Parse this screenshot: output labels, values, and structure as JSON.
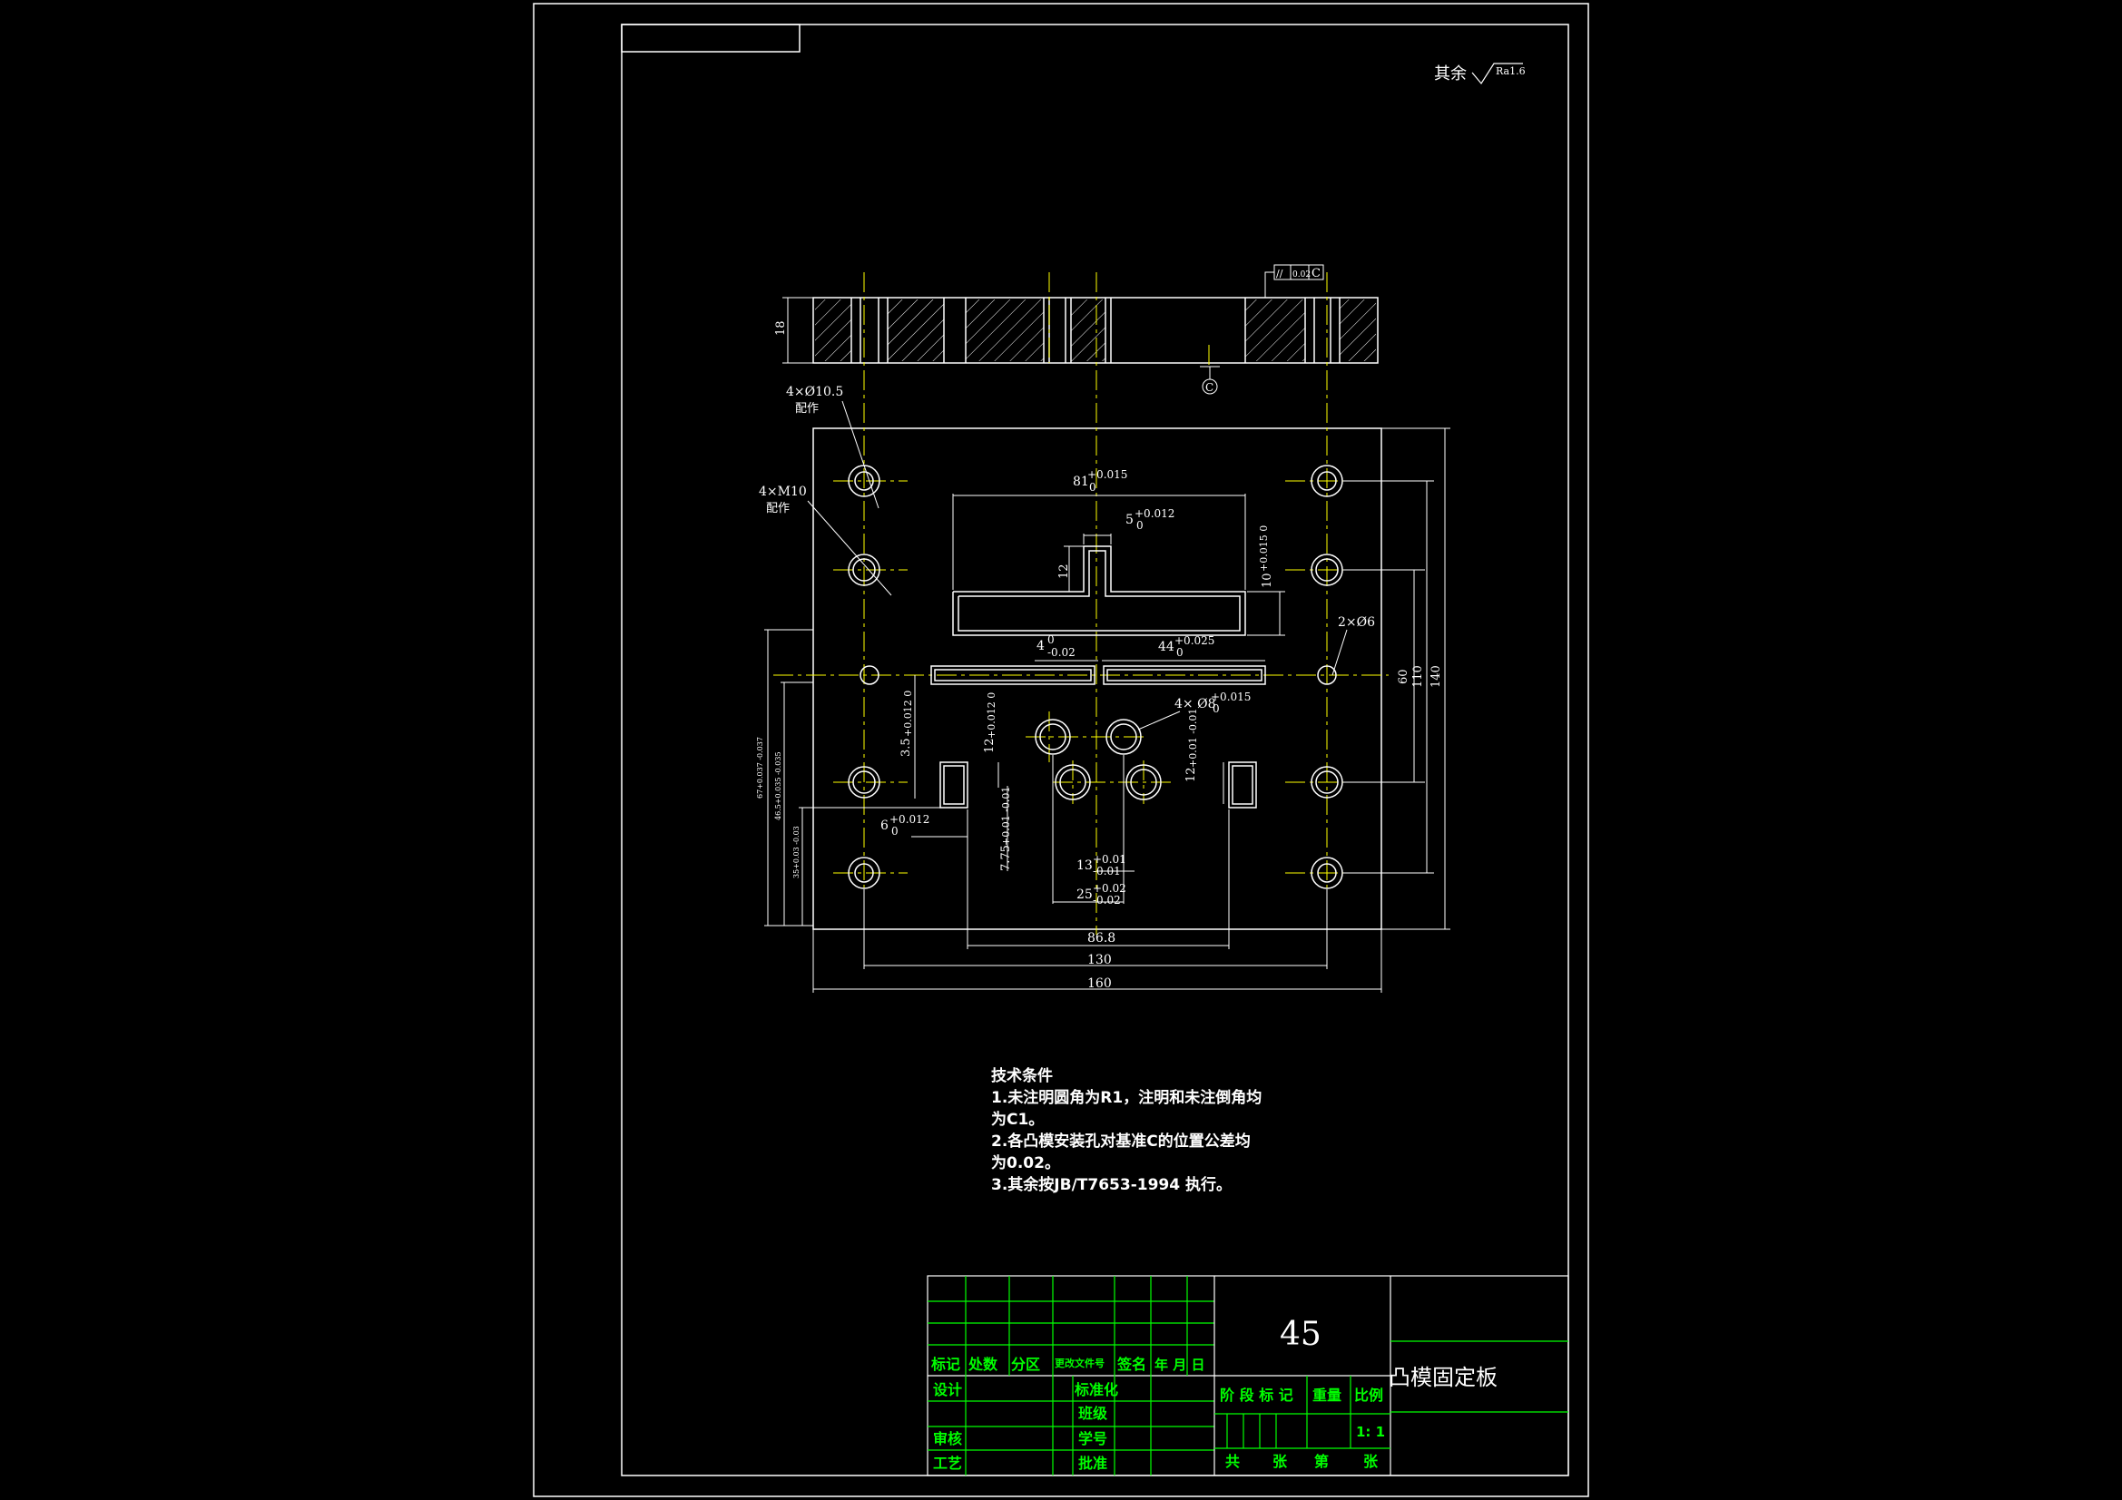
{
  "roughness_note": {
    "prefix": "其余",
    "value": "Ra1.6"
  },
  "datum": {
    "symbol": "C",
    "tolerance_value": "0.02",
    "parallel_symbol": "//"
  },
  "section_dims": {
    "thickness": "18"
  },
  "dims": {
    "holes_10_5": "4×Ø10.5",
    "holes_10_5_note": "配作",
    "holes_m10": "4×M10",
    "holes_m10_note": "配作",
    "d81": "81",
    "d81_tol_up": "+0.015",
    "d81_tol_lo": "0",
    "d5": "5",
    "d5_tol_up": "+0.012",
    "d5_tol_lo": "0",
    "d12a": "12",
    "d10": "10",
    "d10_tol": "+0.015 0",
    "pins_6": "2×Ø6",
    "d4": "4",
    "d4_tol_up": "0",
    "d4_tol_lo": "-0.02",
    "d44": "44",
    "d44_tol_up": "+0.025",
    "d44_tol_lo": "0",
    "holes_8": "4× Ø8",
    "holes_8_tol_up": "+0.015",
    "holes_8_tol_lo": "0",
    "d3_5": "3.5",
    "d3_5_tol": "+0.012 0",
    "d12b": "12",
    "d12b_tol": "+0.012 0",
    "d12c": "12",
    "d12c_tol": "+0.01 -0.01",
    "d6": "6",
    "d6_tol_up": "+0.012",
    "d6_tol_lo": "0",
    "d7_75": "7.75",
    "d7_75_tol": "+0.01 -0.01",
    "d13": "13",
    "d13_tol_up": "+0.01",
    "d13_tol_lo": "-0.01",
    "d25": "25",
    "d25_tol_up": "+0.02",
    "d25_tol_lo": "-0.02",
    "d86_8": "86.8",
    "d130": "130",
    "d160": "160",
    "d60": "60",
    "d110": "110",
    "d140": "140",
    "left_a": "67+0.037 -0.037",
    "left_b": "46.5+0.035 -0.035",
    "left_c": "35+0.03 -0.03"
  },
  "tech_notes": {
    "title": "技术条件",
    "lines": [
      "1.未注明圆角为R1，注明和未注倒角均",
      "为C1。",
      "2.各凸模安装孔对基准C的位置公差均",
      "为0.02。",
      "3.其余按JB/T7653-1994     执行。"
    ]
  },
  "title_block": {
    "material": "45",
    "part_name": "凸模固定板",
    "labels": {
      "biaoji": "标记",
      "chushu": "处数",
      "fenqu": "分区",
      "gengai": "更改文件号",
      "qianming": "签名",
      "nianyueri": "年 月 日",
      "sheji": "设计",
      "biaozhunhua": "标准化",
      "banji": "班级",
      "shenhe": "审核",
      "xuehao": "学号",
      "gongyi": "工艺",
      "pizhun": "批准",
      "jieduan": "阶 段 标 记",
      "zhongliang": "重量",
      "bili": "比例",
      "scale": "1: 1",
      "gong": "共",
      "zhang1": "张",
      "di": "第",
      "zhang2": "张"
    }
  },
  "colors": {
    "background": "#000000",
    "line": "#ffffff",
    "table": "#00ff00",
    "center": "#ffff00"
  }
}
